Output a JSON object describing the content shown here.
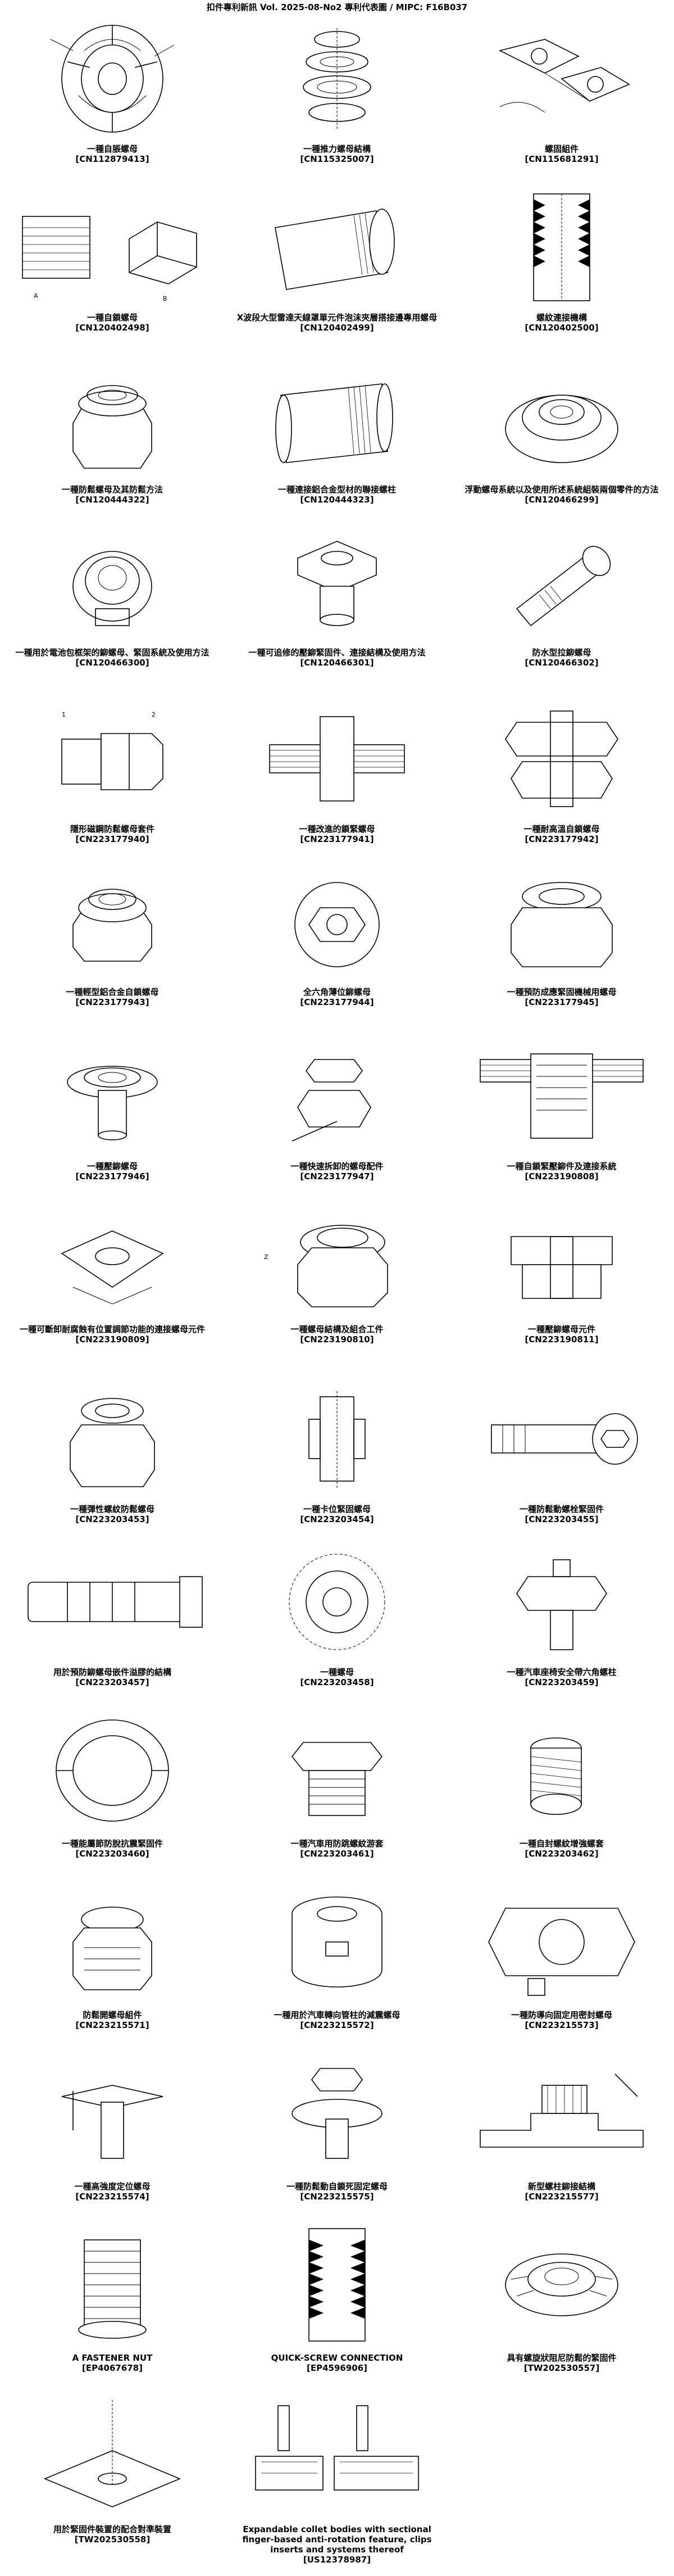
{
  "header": {
    "title": "扣件專利新訊  Vol. 2025-08-No2  專利代表圖  /  MIPC:  F16B037"
  },
  "rows": [
    [
      {
        "title": "一種自脹螺母",
        "number": "[CN112879413]",
        "icon": "cage-nut-drawing"
      },
      {
        "title": "一種推力螺母結構",
        "number": "[CN115325007]",
        "icon": "thrust-nut-exploded-drawing"
      },
      {
        "title": "螺固組件",
        "number": "[CN115681291]",
        "icon": "screw-fastening-assembly-drawing"
      }
    ],
    [
      {
        "title": "一種自鎖螺母",
        "number": "[CN120402498]",
        "icon": "self-locking-nut-section-drawing"
      },
      {
        "title": "X波段大型雷達天線罩單元件泡沫夾層搭接邊專用螺母",
        "number": "[CN120402499]",
        "icon": "radome-foam-nut-drawing"
      },
      {
        "title": "螺紋連接機構",
        "number": "[CN120402500]",
        "icon": "thread-connection-section-drawing"
      }
    ],
    [
      {
        "title": "一種防鬆螺母及其防鬆方法",
        "number": "[CN120444322]",
        "icon": "anti-loosening-hex-nut-drawing"
      },
      {
        "title": "一種連接鋁合金型材的聯接螺柱",
        "number": "[CN120444323]",
        "icon": "aluminum-stud-drawing"
      },
      {
        "title": "浮動螺母系統以及使用所述系統組裝兩個零件的方法",
        "number": "[CN120466299]",
        "icon": "floating-nut-system-drawing"
      }
    ],
    [
      {
        "title": "一種用於電池包框架的鉚螺母、緊固系統及使用方法",
        "number": "[CN120466300]",
        "icon": "battery-rivet-nut-drawing"
      },
      {
        "title": "一種可追修的壓鉚緊固件、連接結構及使用方法",
        "number": "[CN120466301]",
        "icon": "clinch-fastener-drawing"
      },
      {
        "title": "防水型拉鉚螺母",
        "number": "[CN120466302]",
        "icon": "waterproof-blind-rivet-nut-drawing"
      }
    ],
    [
      {
        "title": "隱形磁鋼防鬆螺母套件",
        "number": "[CN223177940]",
        "icon": "magnetic-anti-loosening-nut-drawing"
      },
      {
        "title": "一種改進的鎖緊螺母",
        "number": "[CN223177941]",
        "icon": "improved-lock-nut-section-drawing"
      },
      {
        "title": "一種耐高溫自鎖螺母",
        "number": "[CN223177942]",
        "icon": "high-temperature-lock-nut-drawing"
      }
    ],
    [
      {
        "title": "一種輕型鋁合金自鎖螺母",
        "number": "[CN223177943]",
        "icon": "aluminum-lock-nut-drawing"
      },
      {
        "title": "全六角薄位鉚螺母",
        "number": "[CN223177944]",
        "icon": "hex-rivet-nut-drawing"
      },
      {
        "title": "一種預防成應緊固機械用螺母",
        "number": "[CN223177945]",
        "icon": "machinery-nut-drawing"
      }
    ],
    [
      {
        "title": "一種壓鉚螺母",
        "number": "[CN223177946]",
        "icon": "press-rivet-nut-drawing"
      },
      {
        "title": "一種快速拆卸的螺母配件",
        "number": "[CN223177947]",
        "icon": "quick-release-nut-drawing"
      },
      {
        "title": "一種自鎖緊壓鉚件及連接系統",
        "number": "[CN223190808]",
        "icon": "self-locking-clinch-section-drawing"
      }
    ],
    [
      {
        "title": "一種可斷卸耐腐蝕有位置調節功能的連接螺母元件",
        "number": "[CN223190809]",
        "icon": "adjustable-cage-nut-drawing"
      },
      {
        "title": "一種螺母結構及組合工件",
        "number": "[CN223190810]",
        "icon": "nut-structure-drawing"
      },
      {
        "title": "一種壓鉚螺母元件",
        "number": "[CN223190811]",
        "icon": "clinch-nut-element-drawing"
      }
    ],
    [
      {
        "title": "一種彈性螺紋防鬆螺母",
        "number": "[CN223203453]",
        "icon": "elastic-thread-nut-drawing"
      },
      {
        "title": "一種卡位緊固螺母",
        "number": "[CN223203454]",
        "icon": "clip-fastening-nut-drawing"
      },
      {
        "title": "一種防鬆動螺栓緊固件",
        "number": "[CN223203455]",
        "icon": "anti-loosening-bolt-drawing"
      }
    ],
    [
      {
        "title": "用於預防鉚螺母嵌件溢膠的結構",
        "number": "[CN223203457]",
        "icon": "insert-nut-anti-overflow-drawing"
      },
      {
        "title": "一種螺母",
        "number": "[CN223203458]",
        "icon": "nut-top-view-drawing"
      },
      {
        "title": "一種汽車座椅安全帶六角螺柱",
        "number": "[CN223203459]",
        "icon": "seatbelt-hex-stud-drawing"
      }
    ],
    [
      {
        "title": "一種能屬節防脫抗震緊固件",
        "number": "[CN223203460]",
        "icon": "anti-vibration-ring-drawing"
      },
      {
        "title": "一種汽車用防跳螺紋游套",
        "number": "[CN223203461]",
        "icon": "automotive-thread-sleeve-drawing"
      },
      {
        "title": "一種自封螺紋增強螺套",
        "number": "[CN223203462]",
        "icon": "self-sealing-thread-insert-drawing"
      }
    ],
    [
      {
        "title": "防鬆開螺母組件",
        "number": "[CN223215571]",
        "icon": "anti-loosening-nut-assembly-drawing"
      },
      {
        "title": "一種用於汽車轉向管柱的減震螺母",
        "number": "[CN223215572]",
        "icon": "damping-nut-drawing"
      },
      {
        "title": "一種防導向固定用密封螺母",
        "number": "[CN223215573]",
        "icon": "sealing-nut-drawing"
      }
    ],
    [
      {
        "title": "一種高強度定位螺母",
        "number": "[CN223215574]",
        "icon": "positioning-nut-drawing"
      },
      {
        "title": "一種防鬆動自鎖死固定螺母",
        "number": "[CN223215575]",
        "icon": "self-locking-fixing-nut-drawing"
      },
      {
        "title": "新型螺柱鉚接結構",
        "number": "[CN223215577]",
        "icon": "stud-riveting-drawing"
      }
    ],
    [
      {
        "title": "A FASTENER NUT",
        "number": "[EP4067678]",
        "icon": "fastener-nut-drawing"
      },
      {
        "title": "QUICK-SCREW CONNECTION",
        "number": "[EP4596906]",
        "icon": "quick-screw-connection-drawing"
      },
      {
        "title": "具有螺旋狀阻尼防鬆的緊固件",
        "number": "[TW202530557]",
        "icon": "spiral-damping-fastener-drawing"
      }
    ],
    [
      {
        "title": "用於緊固件裝置的配合對準裝置",
        "number": "[TW202530558]",
        "icon": "alignment-device-drawing"
      },
      {
        "title": "Expandable collet bodies with sectional finger-based anti-rotation feature, clips inserts and systems thereof",
        "number": "[US12378987]",
        "icon": "expandable-collet-drawing"
      }
    ]
  ]
}
